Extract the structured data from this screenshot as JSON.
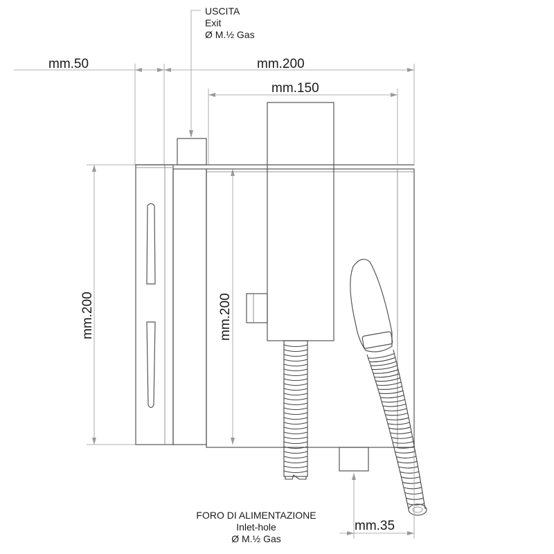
{
  "dimensions": {
    "left_width": "mm.50",
    "total_width": "mm.200",
    "box_width": "mm.150",
    "outer_height": "mm.200",
    "inner_height": "mm.200",
    "inlet_offset": "mm.35"
  },
  "outlet": {
    "line1": "USCITA",
    "line2": "Exit",
    "line3": "Ø M.½ Gas"
  },
  "inlet": {
    "line1": "FORO DI ALIMENTAZIONE",
    "line2": "Inlet-hole",
    "line3": "Ø M.½ Gas"
  }
}
